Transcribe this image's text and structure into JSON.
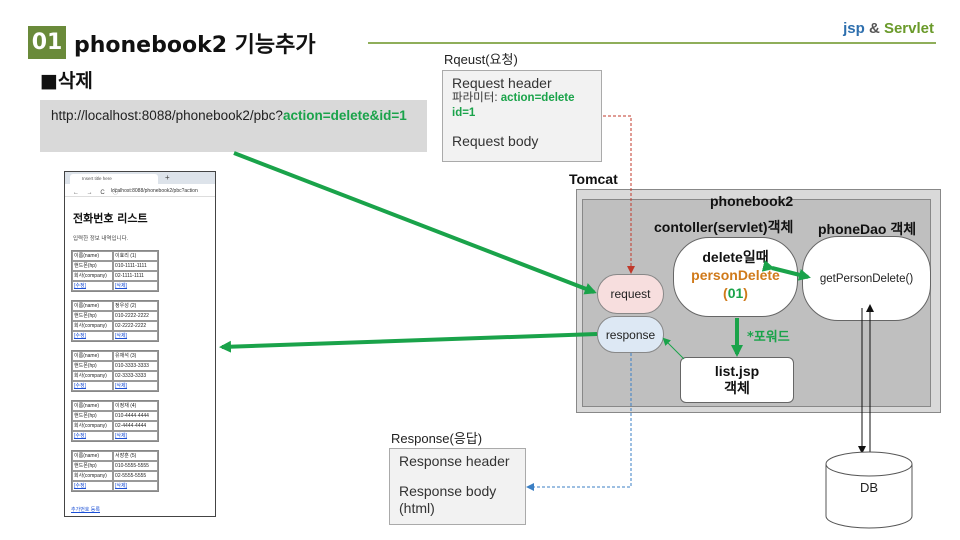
{
  "header": {
    "number": "01",
    "title": "phonebook2 기능추가",
    "brand_jsp": "jsp",
    "brand_amp": "&",
    "brand_servlet": "Servlet"
  },
  "section_title": "■삭제",
  "url": {
    "base": "http://localhost:8088/phonebook2/pbc?",
    "params": "action=delete&id=1"
  },
  "browser": {
    "tab_title": "Insert title here",
    "tab_plus": "+",
    "nav": "← → C ⓘ",
    "address": "localhost:8088/phonebook2/pbc?action",
    "heading": "전화번호 리스트",
    "subtitle": "입력한 정보 내역입니다.",
    "entries": [
      {
        "name_k": "이름(name)",
        "name_v": "이효리 (1)",
        "hp_k": "핸드폰(hp)",
        "hp_v": "010-1111-1111",
        "co_k": "회사(company)",
        "co_v": "02-1111-1111",
        "edit": "[수정]",
        "del": "[삭제]"
      },
      {
        "name_k": "이름(name)",
        "name_v": "정우성 (2)",
        "hp_k": "핸드폰(hp)",
        "hp_v": "010-2222-2222",
        "co_k": "회사(company)",
        "co_v": "02-2222-2222",
        "edit": "[수정]",
        "del": "[삭제]"
      },
      {
        "name_k": "이름(name)",
        "name_v": "유재석 (3)",
        "hp_k": "핸드폰(hp)",
        "hp_v": "010-3333-3333",
        "co_k": "회사(company)",
        "co_v": "02-3333-3333",
        "edit": "[수정]",
        "del": "[삭제]"
      },
      {
        "name_k": "이름(name)",
        "name_v": "이정재 (4)",
        "hp_k": "핸드폰(hp)",
        "hp_v": "010-4444-4444",
        "co_k": "회사(company)",
        "co_v": "02-4444-4444",
        "edit": "[수정]",
        "del": "[삭제]"
      },
      {
        "name_k": "이름(name)",
        "name_v": "서장훈 (5)",
        "hp_k": "핸드폰(hp)",
        "hp_v": "010-5555-5555",
        "co_k": "회사(company)",
        "co_v": "02-5555-5555",
        "edit": "[수정]",
        "del": "[삭제]"
      }
    ],
    "footer_link": "추가번호 등록"
  },
  "request_box": {
    "label": "Rqeust(요청)",
    "header": "Request header",
    "param_label": "파라미터: ",
    "param_value": "action=delete",
    "param_value2": "id=1",
    "body": "Request body"
  },
  "tomcat": {
    "label": "Tomcat",
    "app": "phonebook2",
    "controller_label": "contoller(servlet)객체",
    "dao_label": "phoneDao 객체",
    "controller_line1": "delete일때",
    "controller_line2": "personDelete",
    "controller_line3_open": "(",
    "controller_line3_num": "01",
    "controller_line3_close": ")",
    "dao_method": "getPersonDelete()",
    "request": "request",
    "response": "response",
    "listjsp_line1": "list.jsp",
    "listjsp_line2": "객체",
    "forward": "*포워드"
  },
  "response_box": {
    "label": "Response(응답)",
    "header": "Response header",
    "body1": "Response body",
    "body2": "(html)"
  },
  "db": "DB",
  "colors": {
    "accent_green": "#1aa34a",
    "badge_green": "#6a8a3a",
    "orange": "#d07a1a"
  }
}
